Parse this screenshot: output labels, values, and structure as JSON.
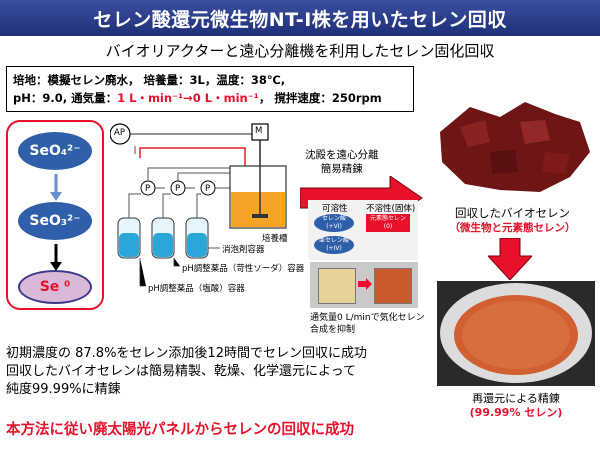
{
  "header": {
    "title": "セレン酸還元微生物NT-I株を用いたセレン回収"
  },
  "subtitle": "バイオリアクターと遠心分離機を利用したセレン固化回収",
  "conditions": {
    "line1": "培地：模擬セレン廃水， 培養量：3L，温度：38℃,",
    "line2_prefix": "pH：9.0, 通気量：",
    "line2_red": "1 L・min⁻¹→0 L・min⁻¹",
    "line2_suffix": "，  撹拌速度：250rpm"
  },
  "cycle": {
    "seo4": "SeO₄²⁻",
    "seo3": "SeO₃²⁻",
    "se0": "Se ⁰"
  },
  "apparatus": {
    "ap_label": "AP",
    "m_label": "M",
    "p_label": "P",
    "tank_label": "培養槽",
    "defoamer_label": "消泡剤容器",
    "ph_base_label": "pH調整薬品（苛性ソーダ）容器",
    "ph_acid_label": "pH調整薬品（塩酸）容器"
  },
  "centrifuge": {
    "line1": "沈殿を遠心分離",
    "line2": "簡易精錬"
  },
  "solubility": {
    "soluble": "可溶性",
    "insoluble": "不溶性(固体)",
    "selenate": "セレン酸",
    "selenate_val": "(+VI)",
    "selenite": "亜セレン酸",
    "selenite_val": "(+IV)",
    "elemental": "元素態セレン",
    "elemental_val": "(0)"
  },
  "aeration_note": {
    "line1": "通気量0 L/minで気化セレン",
    "line2": "合成を抑制"
  },
  "recovered": {
    "line1": "回収したバイオセレン",
    "line2": "（微生物と元素態セレン）"
  },
  "refined": {
    "line1": "再還元による精錬",
    "line2_pct": "(99.99%",
    "line2_rest": " セレン)"
  },
  "method": {
    "line1": "初期濃度の 87.8%をセレン添加後12時間でセレン回収に成功",
    "line2": "回収したバイオセレンは簡易精製、乾燥、化学還元によって",
    "line3": "純度99.99%に精錬"
  },
  "conclusion": "本方法に従い廃太陽光パネルからセレンの回収に成功",
  "colors": {
    "title_bg": "#2a3c8c",
    "accent_red": "#e8102a",
    "ellipse_blue": "#2f5fa8",
    "se0_fill": "#d9b8d8"
  }
}
